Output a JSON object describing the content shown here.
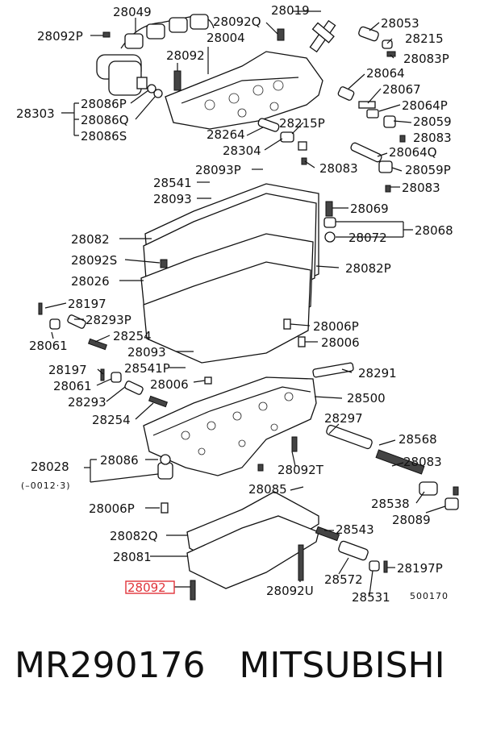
{
  "diagram": {
    "labels": {
      "l28049": "28049",
      "l28092P": "28092P",
      "l28092Q": "28092Q",
      "l28019": "28019",
      "l28053": "28053",
      "l28004": "28004",
      "l28215": "28215",
      "l28092a": "28092",
      "l28083P": "28083P",
      "l28064": "28064",
      "l28303": "28303",
      "l28086P": "28086P",
      "l28086Q": "28086Q",
      "l28086S": "28086S",
      "l28067": "28067",
      "l28064P": "28064P",
      "l28059": "28059",
      "l28264": "28264",
      "l28215P": "28215P",
      "l28083a": "28083",
      "l28304": "28304",
      "l28064Q": "28064Q",
      "l28083b": "28083",
      "l28059P": "28059P",
      "l28093P": "28093P",
      "l28541": "28541",
      "l28083c": "28083",
      "l28093a": "28093",
      "l28069": "28069",
      "l28068": "28068",
      "l28072": "28072",
      "l28082": "28082",
      "l28092S": "28092S",
      "l28082P": "28082P",
      "l28026": "28026",
      "l28197a": "28197",
      "l28293P": "28293P",
      "l28006P": "28006P",
      "l28254a": "28254",
      "l28061a": "28061",
      "l28006a": "28006",
      "l28093b": "28093",
      "l28197b": "28197",
      "l28541P": "28541P",
      "l28291": "28291",
      "l28061b": "28061",
      "l28006b": "28006",
      "l28293": "28293",
      "l28500": "28500",
      "l28254b": "28254",
      "l28297": "28297",
      "l28568": "28568",
      "l28086": "28086",
      "l28028": "28028",
      "l28028note": "(–0012·3)",
      "l28092T": "28092T",
      "l28083d": "28083",
      "l28085": "28085",
      "l28538": "28538",
      "l28006P2": "28006P",
      "l28089": "28089",
      "l28082Q": "28082Q",
      "l28543": "28543",
      "l28081": "28081",
      "l28197P": "28197P",
      "l28572": "28572",
      "l28092h": "28092",
      "l28092U": "28092U",
      "l28531": "28531",
      "l500170": "500170"
    },
    "highlight_color": "#e0333a"
  },
  "footer": {
    "text": "MR290176   MITSUBISHI"
  }
}
